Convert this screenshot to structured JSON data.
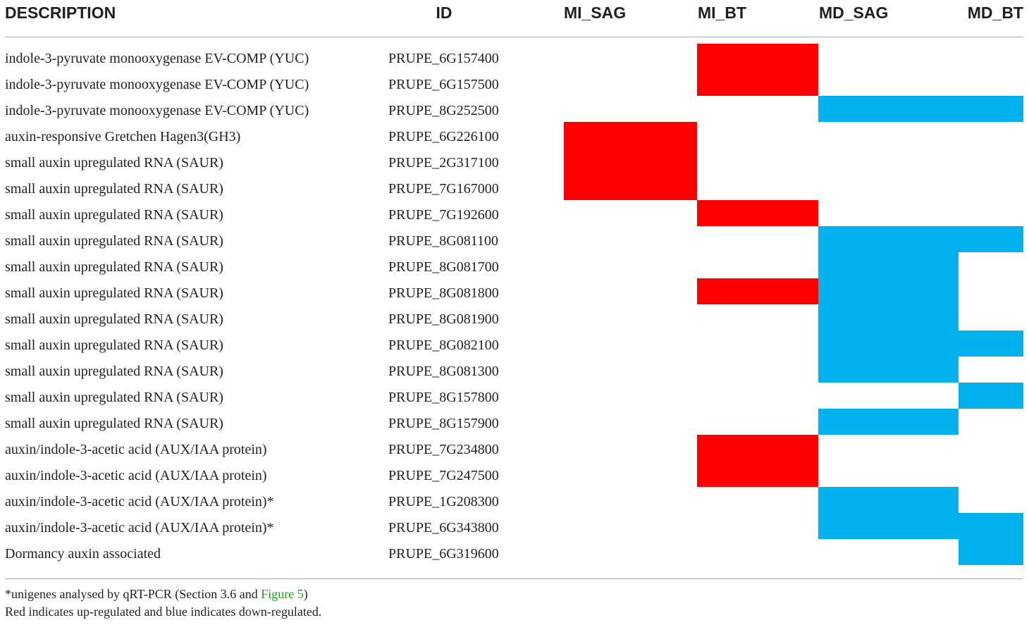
{
  "headers": {
    "description": "DESCRIPTION",
    "id": "ID",
    "c1": "MI_SAG",
    "c2": "MI_BT",
    "c3": "MD_SAG",
    "c4": "MD_BT"
  },
  "rows": [
    {
      "description": "indole-3-pyruvate monooxygenase EV-COMP (YUC)",
      "id": "PRUPE_6G157400",
      "MI_SAG": "",
      "MI_BT": "up",
      "MD_SAG": "",
      "MD_BT": ""
    },
    {
      "description": "indole-3-pyruvate monooxygenase EV-COMP (YUC)",
      "id": "PRUPE_6G157500",
      "MI_SAG": "",
      "MI_BT": "up",
      "MD_SAG": "",
      "MD_BT": ""
    },
    {
      "description": "indole-3-pyruvate monooxygenase EV-COMP (YUC)",
      "id": "PRUPE_8G252500",
      "MI_SAG": "",
      "MI_BT": "",
      "MD_SAG": "down",
      "MD_BT": "down"
    },
    {
      "description": "auxin-responsive Gretchen Hagen3(GH3)",
      "id": "PRUPE_6G226100",
      "MI_SAG": "up",
      "MI_BT": "",
      "MD_SAG": "",
      "MD_BT": ""
    },
    {
      "description": "small auxin upregulated RNA (SAUR)",
      "id": "PRUPE_2G317100",
      "MI_SAG": "up",
      "MI_BT": "",
      "MD_SAG": "",
      "MD_BT": ""
    },
    {
      "description": "small auxin upregulated RNA (SAUR)",
      "id": "PRUPE_7G167000",
      "MI_SAG": "up",
      "MI_BT": "",
      "MD_SAG": "",
      "MD_BT": ""
    },
    {
      "description": "small auxin upregulated RNA (SAUR)",
      "id": "PRUPE_7G192600",
      "MI_SAG": "",
      "MI_BT": "up",
      "MD_SAG": "",
      "MD_BT": ""
    },
    {
      "description": "small auxin upregulated RNA (SAUR)",
      "id": "PRUPE_8G081100",
      "MI_SAG": "",
      "MI_BT": "",
      "MD_SAG": "down",
      "MD_BT": "down"
    },
    {
      "description": "small auxin upregulated RNA (SAUR)",
      "id": "PRUPE_8G081700",
      "MI_SAG": "",
      "MI_BT": "",
      "MD_SAG": "down",
      "MD_BT": ""
    },
    {
      "description": "small auxin upregulated RNA (SAUR)",
      "id": "PRUPE_8G081800",
      "MI_SAG": "",
      "MI_BT": "up",
      "MD_SAG": "down",
      "MD_BT": ""
    },
    {
      "description": "small auxin upregulated RNA (SAUR)",
      "id": "PRUPE_8G081900",
      "MI_SAG": "",
      "MI_BT": "",
      "MD_SAG": "down",
      "MD_BT": ""
    },
    {
      "description": "small auxin upregulated RNA (SAUR)",
      "id": "PRUPE_8G082100",
      "MI_SAG": "",
      "MI_BT": "",
      "MD_SAG": "down",
      "MD_BT": "down"
    },
    {
      "description": "small auxin upregulated RNA (SAUR)",
      "id": "PRUPE_8G081300",
      "MI_SAG": "",
      "MI_BT": "",
      "MD_SAG": "down",
      "MD_BT": ""
    },
    {
      "description": "small auxin upregulated RNA (SAUR)",
      "id": "PRUPE_8G157800",
      "MI_SAG": "",
      "MI_BT": "",
      "MD_SAG": "",
      "MD_BT": "down"
    },
    {
      "description": "small auxin upregulated RNA (SAUR)",
      "id": "PRUPE_8G157900",
      "MI_SAG": "",
      "MI_BT": "",
      "MD_SAG": "down",
      "MD_BT": ""
    },
    {
      "description": "auxin/indole-3-acetic acid (AUX/IAA protein)",
      "id": "PRUPE_7G234800",
      "MI_SAG": "",
      "MI_BT": "up",
      "MD_SAG": "",
      "MD_BT": ""
    },
    {
      "description": "auxin/indole-3-acetic acid (AUX/IAA protein)",
      "id": "PRUPE_7G247500",
      "MI_SAG": "",
      "MI_BT": "up",
      "MD_SAG": "",
      "MD_BT": ""
    },
    {
      "description": "auxin/indole-3-acetic acid (AUX/IAA protein)*",
      "id": "PRUPE_1G208300",
      "MI_SAG": "",
      "MI_BT": "",
      "MD_SAG": "down",
      "MD_BT": ""
    },
    {
      "description": "auxin/indole-3-acetic acid (AUX/IAA protein)*",
      "id": "PRUPE_6G343800",
      "MI_SAG": "",
      "MI_BT": "",
      "MD_SAG": "down",
      "MD_BT": "down"
    },
    {
      "description": "Dormancy auxin associated",
      "id": "PRUPE_6G319600",
      "MI_SAG": "",
      "MI_BT": "",
      "MD_SAG": "",
      "MD_BT": "down"
    }
  ],
  "colors": {
    "up": "#ff0000",
    "down": "#00b2ee",
    "link": "#1ea21e",
    "rule": "#a7a9ac",
    "text": "#231f20"
  },
  "footnote": {
    "line1_prefix": "*unigenes analysed by qRT-PCR (Section 3.6 and ",
    "line1_link": "Figure 5",
    "line1_suffix": ")",
    "line2": "Red indicates up-regulated and blue indicates down-regulated."
  }
}
